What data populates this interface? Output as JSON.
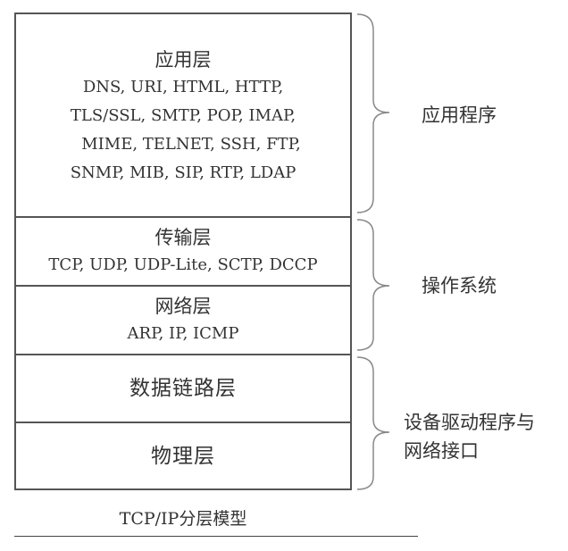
{
  "layers": {
    "application": {
      "title": "应用层",
      "protocols": [
        "DNS, URI, HTML, HTTP,",
        "TLS/SSL, SMTP, POP, IMAP,",
        "MIME, TELNET, SSH, FTP,",
        "SNMP, MIB, SIP, RTP, LDAP"
      ]
    },
    "transport": {
      "title": "传输层",
      "protocols": [
        "TCP, UDP, UDP-Lite, SCTP, DCCP"
      ]
    },
    "network": {
      "title": "网络层",
      "protocols": [
        "ARP, IP, ICMP"
      ]
    },
    "datalink": {
      "title": "数据链路层"
    },
    "physical": {
      "title": "物理层"
    }
  },
  "groups": {
    "application_program": "应用程序",
    "operating_system": "操作系统",
    "driver_line1": "设备驱动程序与",
    "driver_line2": "网络接口"
  },
  "caption": "TCP/IP分层模型",
  "colors": {
    "border": "#555555",
    "text": "#333333",
    "brace": "#888888"
  }
}
